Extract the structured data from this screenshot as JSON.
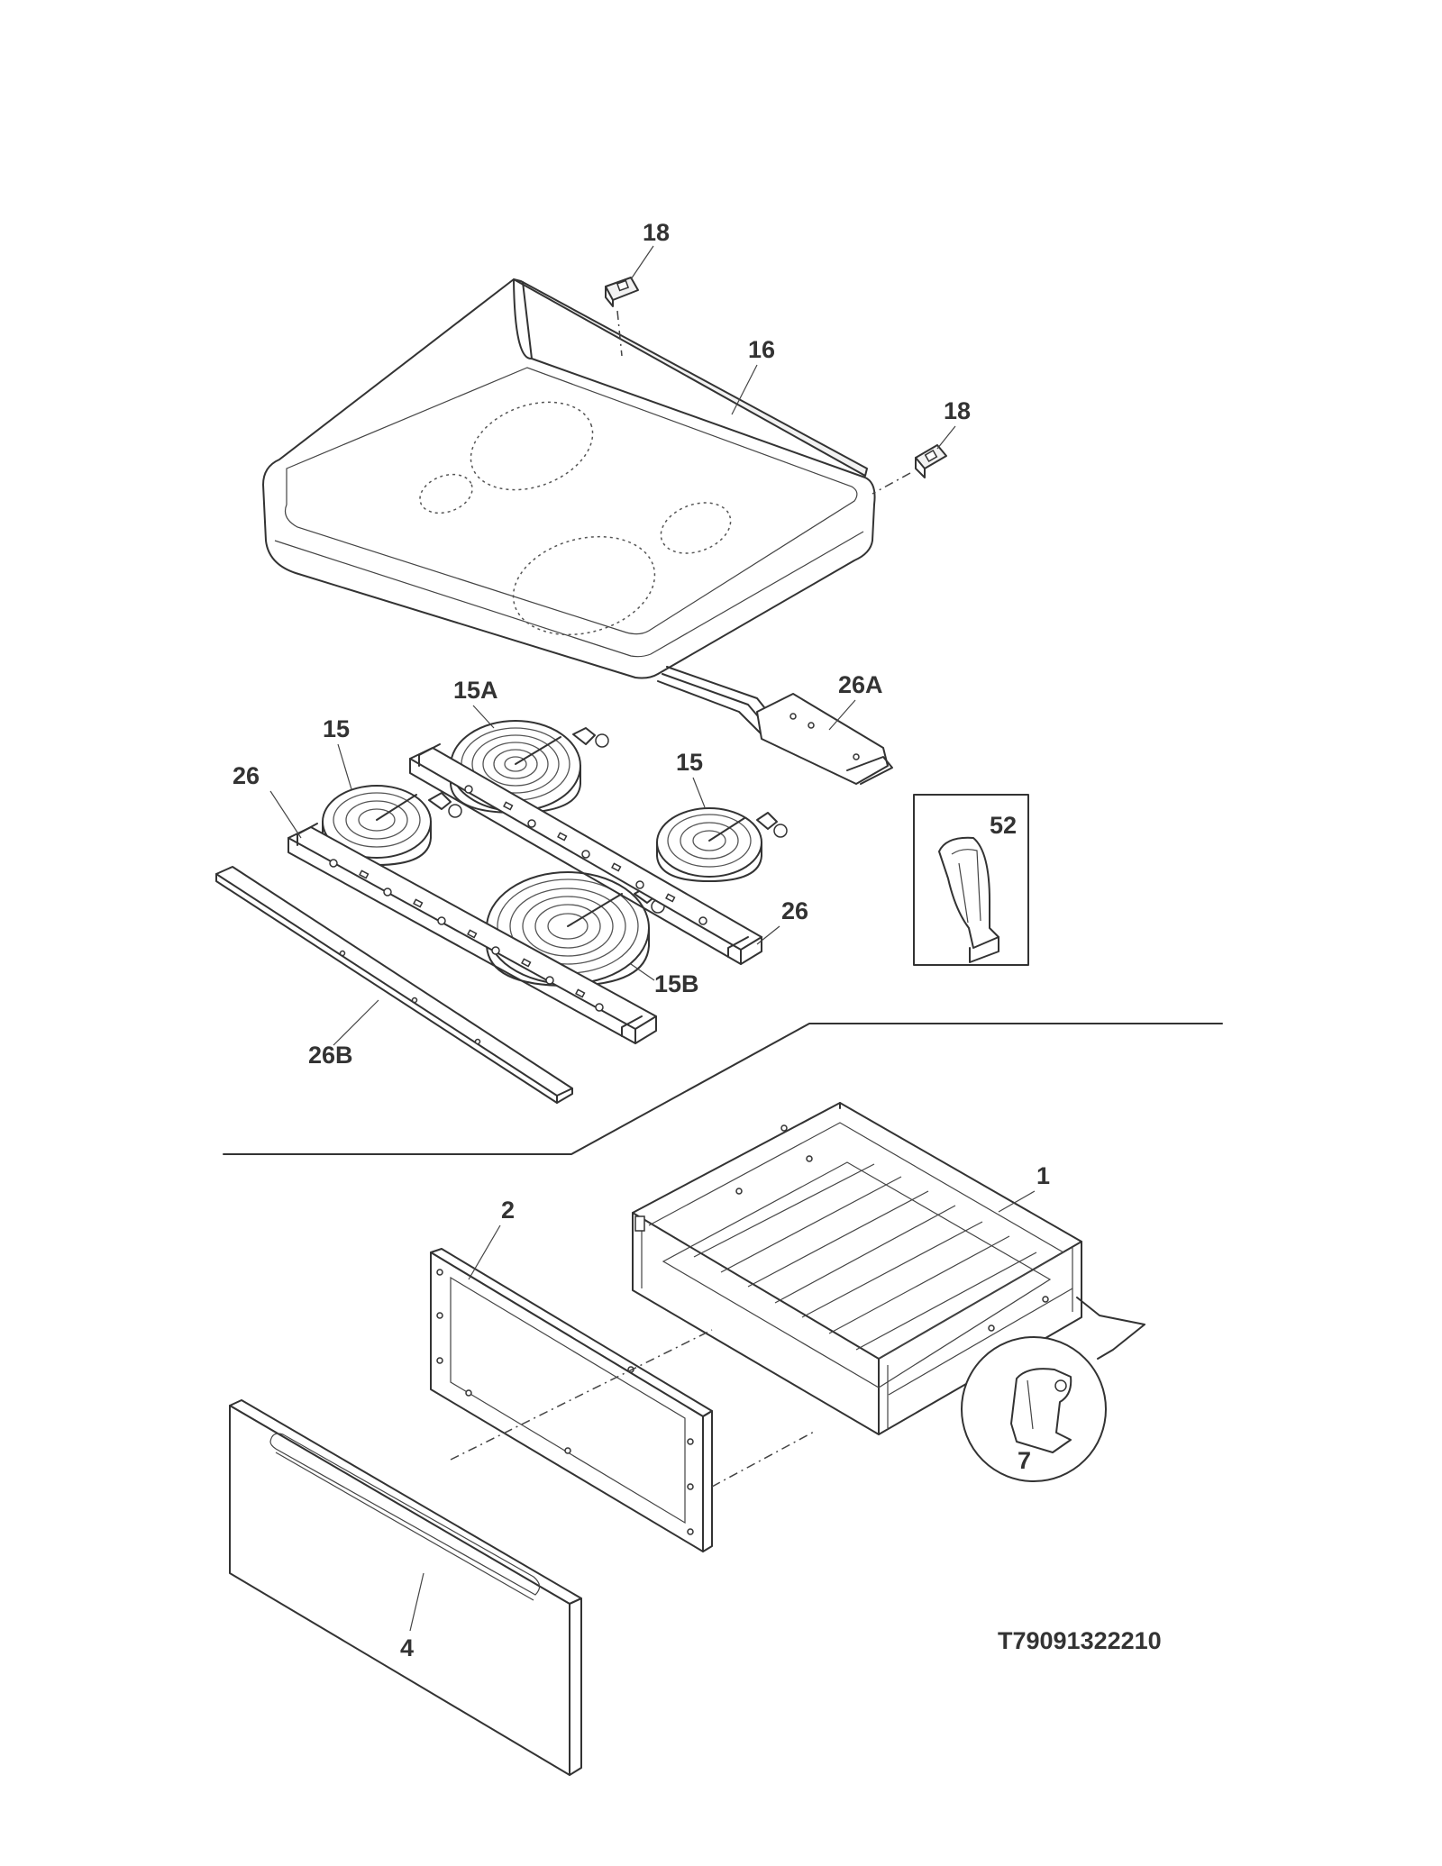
{
  "callouts": {
    "c18a": "18",
    "c16": "16",
    "c18b": "18",
    "c15a": "15A",
    "c26a": "26A",
    "c15_left": "15",
    "c26_left": "26",
    "c15_right": "15",
    "c52": "52",
    "c26_right": "26",
    "c15b": "15B",
    "c26b": "26B",
    "c1": "1",
    "c2": "2",
    "c7": "7",
    "c4": "4"
  },
  "drawing_id": "T79091322210"
}
